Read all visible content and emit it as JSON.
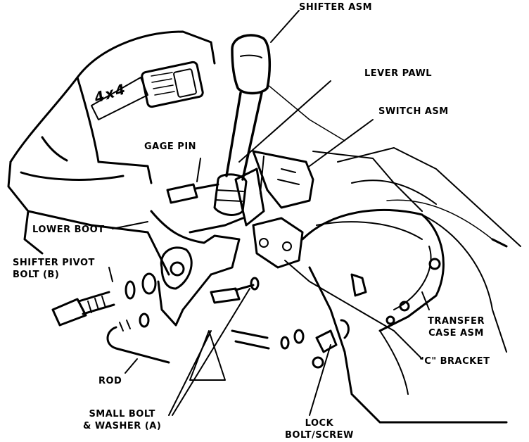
{
  "diagram": {
    "decal_text": "4x4",
    "labels": {
      "shifter_asm": "SHIFTER ASM",
      "lever_pawl": "LEVER PAWL",
      "switch_asm": "SWITCH ASM",
      "gage_pin": "GAGE PIN",
      "lower_boot": "LOWER BOOT",
      "shifter_pivot_bolt_line1": "SHIFTER PIVOT",
      "shifter_pivot_bolt_line2": "BOLT (B)",
      "transfer_case_line1": "TRANSFER",
      "transfer_case_line2": "CASE ASM",
      "c_bracket": "\"C\" BRACKET",
      "rod": "ROD",
      "small_bolt_line1": "SMALL BOLT",
      "small_bolt_line2": "& WASHER (A)",
      "lock_bolt_line1": "LOCK",
      "lock_bolt_line2": "BOLT/SCREW"
    }
  }
}
